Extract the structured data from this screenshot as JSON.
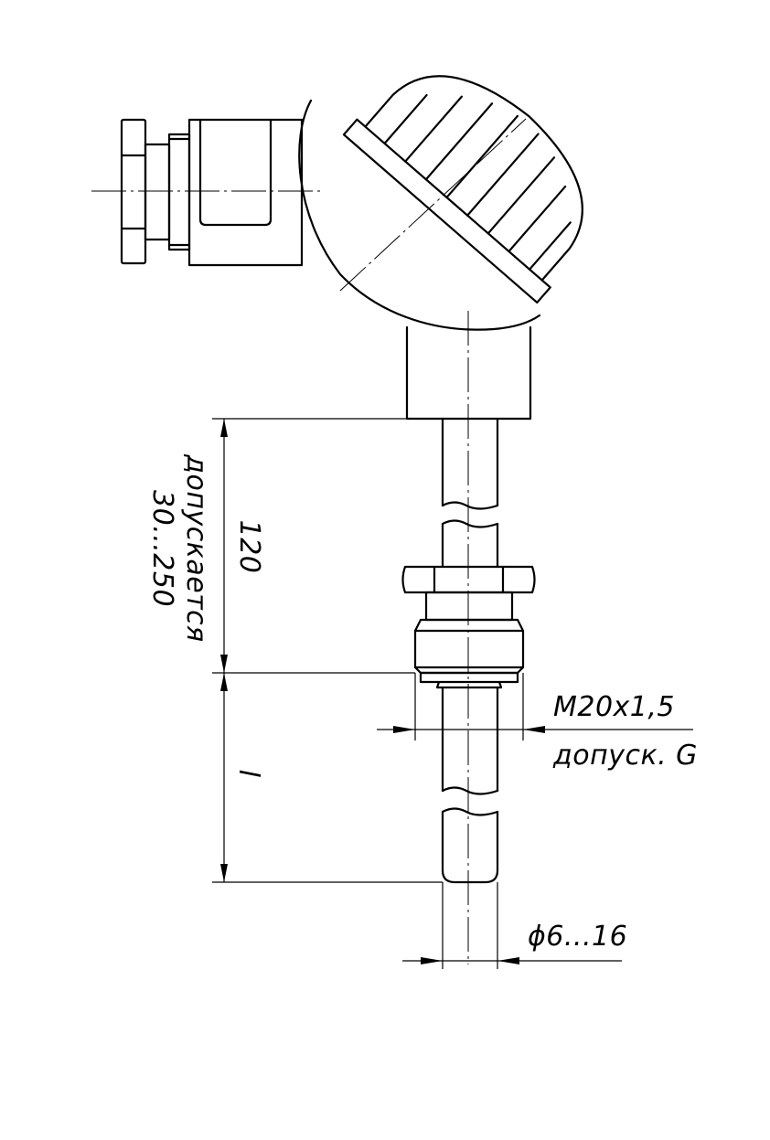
{
  "drawing": {
    "dim_head_length": "120",
    "dim_head_range_1": "допускается",
    "dim_head_range_2": "30...250",
    "dim_insertion_length": "l",
    "thread_spec": "M20x1,5",
    "thread_tolerance": "допуск. G",
    "diameter_range": "ϕ6...16"
  },
  "colors": {
    "line": "#000000",
    "background": "#ffffff"
  }
}
